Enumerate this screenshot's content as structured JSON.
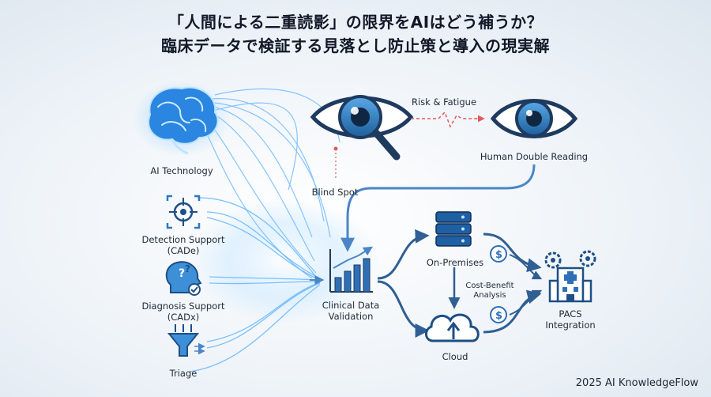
{
  "title": {
    "line1": "「人間による二重読影」の限界をAIはどう補うか？",
    "line2": "臨床データで検証する見落とし防止策と導入の現実解"
  },
  "labels": {
    "ai_technology": "AI Technology",
    "blind_spot": "Blind Spot",
    "risk_fatigue": "Risk & Fatigue",
    "human_double_reading": "Human Double Reading",
    "detection_support": "Detection Support\n(CADe)",
    "diagnosis_support": "Diagnosis Support\n(CADx)",
    "triage": "Triage",
    "clinical_data_validation": "Clinical Data\nValidation",
    "on_premises": "On-Premises",
    "cost_benefit": "Cost-Benefit\nAnalysis",
    "cloud": "Cloud",
    "pacs_integration": "PACS\nIntegration"
  },
  "icons": {
    "brain": "brain-icon",
    "magnifier_eye": "magnifier-eye-icon",
    "eye": "eye-icon",
    "target": "crosshair-target-icon",
    "head": "head-question-icon",
    "funnel": "funnel-icon",
    "chart": "bar-chart-icon",
    "server": "server-icon",
    "cloud": "cloud-upload-icon",
    "hospital": "hospital-gear-icon",
    "coin": "dollar-coin-icon"
  },
  "colors": {
    "glow_blue": "#3b9cf2",
    "dark_blue": "#1e4f86",
    "arrow_blue": "#4a86c7",
    "risk_red": "#e05b5b"
  },
  "footer": "2025 AI KnowledgeFlow"
}
